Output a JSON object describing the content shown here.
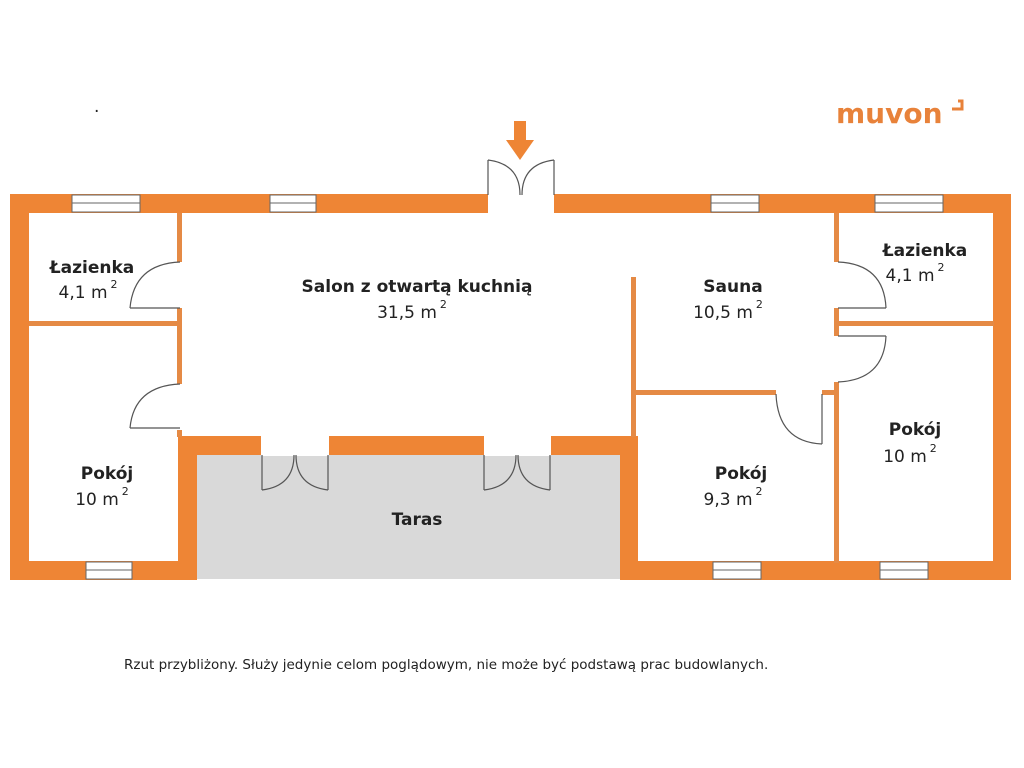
{
  "logo": {
    "part1": "muv",
    "part2": "on",
    "color_main": "#E8823A",
    "color_accent": "#3AA9B8"
  },
  "colors": {
    "wall": "#EE8535",
    "terrace": "#D9D9D9",
    "window": "#ffffff",
    "line": "#555555"
  },
  "rooms": {
    "bath_left": {
      "name": "Łazienka",
      "area": "4,1 m",
      "unit_sup": "2"
    },
    "salon": {
      "name": "Salon z otwartą kuchnią",
      "area": "31,5 m",
      "unit_sup": "2"
    },
    "sauna": {
      "name": "Sauna",
      "area": "10,5 m",
      "unit_sup": "2"
    },
    "bath_right": {
      "name": "Łazienka",
      "area": "4,1 m",
      "unit_sup": "2"
    },
    "room_left": {
      "name": "Pokój",
      "area": "10 m",
      "unit_sup": "2"
    },
    "room_mid": {
      "name": "Pokój",
      "area": "9,3 m",
      "unit_sup": "2"
    },
    "room_right": {
      "name": "Pokój",
      "area": "10 m",
      "unit_sup": "2"
    },
    "terrace": {
      "name": "Taras"
    }
  },
  "stray_mark": ".",
  "disclaimer": "Rzut przybliżony. Służy jedynie celom poglądowym, nie może być podstawą prac budowlanych."
}
